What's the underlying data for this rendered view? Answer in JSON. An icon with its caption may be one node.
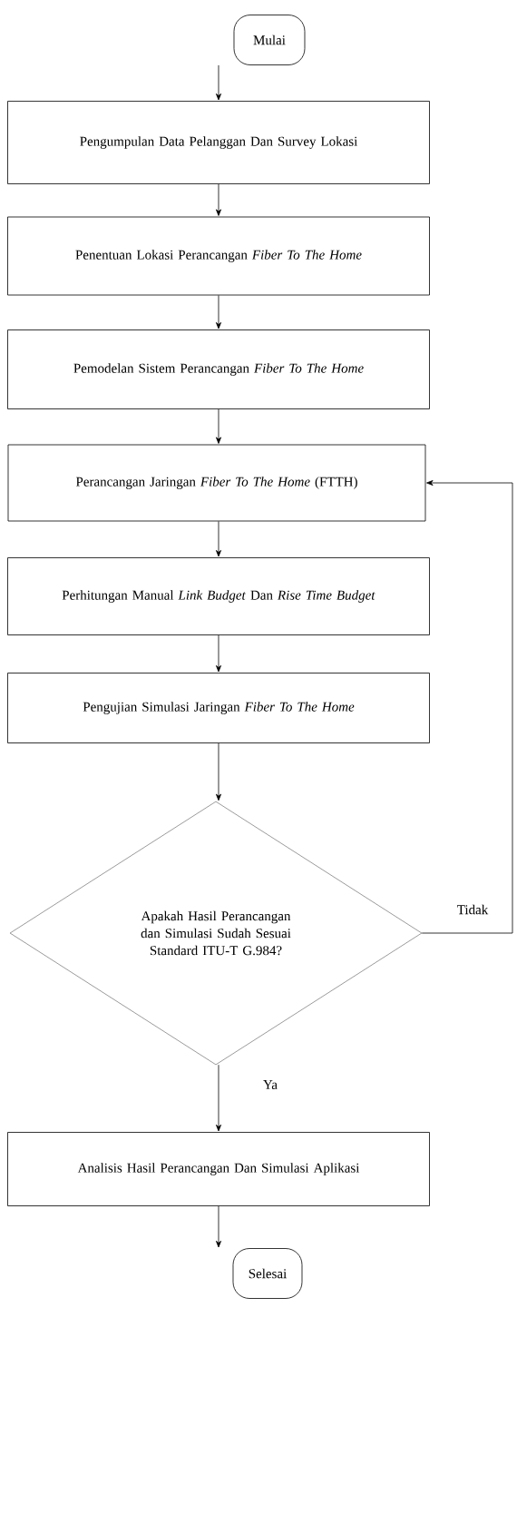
{
  "diagram": {
    "nodes": [
      {
        "text": [
          "Mulai"
        ]
      },
      {
        "text": [
          "Pengumpulan Data Pelanggan Dan Survey Lokasi"
        ]
      },
      {
        "text": [
          "Penentuan Lokasi Perancangan *Fiber To The Home*"
        ]
      },
      {
        "text": [
          "Pemodelan Sistem Perancangan *Fiber To The Home*"
        ]
      },
      {
        "text": [
          "Perancangan Jaringan *Fiber To The Home* (FTTH)"
        ]
      },
      {
        "text": [
          "Perhitungan Manual *Link Budget* Dan *Rise Time Budget*"
        ]
      },
      {
        "text": [
          "Pengujian Simulasi Jaringan *Fiber To The Home*"
        ]
      },
      {
        "text": [
          "Apakah Hasil Perancangan dan Simulasi Sudah Sesuai Standard ITU-T G.984?"
        ]
      },
      {
        "text": [
          "Analisis Hasil Perancangan Dan Simulasi Aplikasi"
        ]
      },
      {
        "text": [
          "Selesai"
        ]
      }
    ],
    "edges": [
      {
        "from": 0,
        "to": 1,
        "arrow": "to"
      },
      {
        "from": 1,
        "to": 2,
        "arrow": "to"
      },
      {
        "from": 2,
        "to": 3,
        "arrow": "to"
      },
      {
        "from": 3,
        "to": 4,
        "arrow": "to"
      },
      {
        "from": 4,
        "to": 5,
        "arrow": "to"
      },
      {
        "from": 5,
        "to": 6,
        "arrow": "to"
      },
      {
        "from": 6,
        "to": 7,
        "arrow": "to"
      },
      {
        "from": 7,
        "to": 8,
        "arrow": "to",
        "label": "Ya"
      },
      {
        "from": 7,
        "to": 4,
        "arrow": "to",
        "label": "Tidak"
      },
      {
        "from": 8,
        "to": 9,
        "arrow": "to"
      }
    ]
  }
}
